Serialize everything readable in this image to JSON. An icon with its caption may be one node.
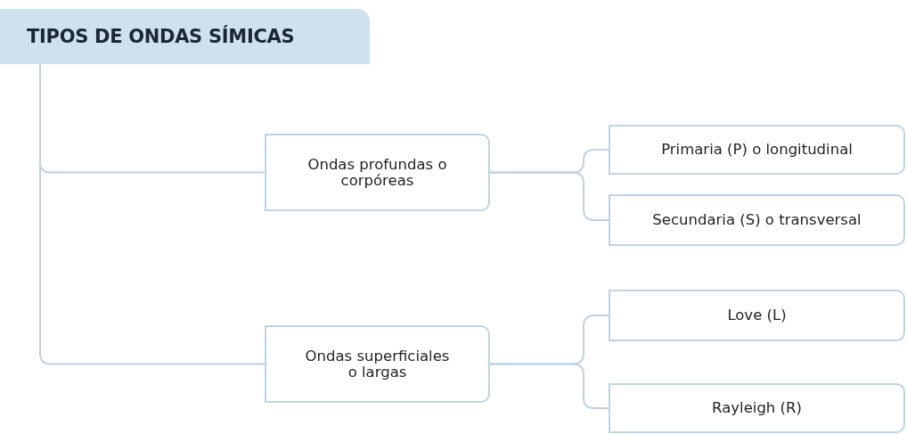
{
  "diagram": {
    "nodes": [
      {
        "text": [
          "TIPOS DE ONDAS SÍMICAS"
        ]
      },
      {
        "text": [
          "Ondas profundas o corpóreas"
        ]
      },
      {
        "text": [
          "Primaria (P) o longitudinal"
        ]
      },
      {
        "text": [
          "Secundaria (S) o transversal"
        ]
      },
      {
        "text": [
          "Ondas superficiales o largas"
        ]
      },
      {
        "text": [
          "Love (L)"
        ]
      },
      {
        "text": [
          "Rayleigh (R)"
        ]
      }
    ],
    "edges": [
      {
        "from": 0,
        "to": 1,
        "arrow": "none"
      },
      {
        "from": 0,
        "to": 4,
        "arrow": "none"
      },
      {
        "from": 1,
        "to": 2,
        "arrow": "none"
      },
      {
        "from": 1,
        "to": 3,
        "arrow": "none"
      },
      {
        "from": 4,
        "to": 5,
        "arrow": "none"
      },
      {
        "from": 4,
        "to": 6,
        "arrow": "none"
      }
    ]
  }
}
